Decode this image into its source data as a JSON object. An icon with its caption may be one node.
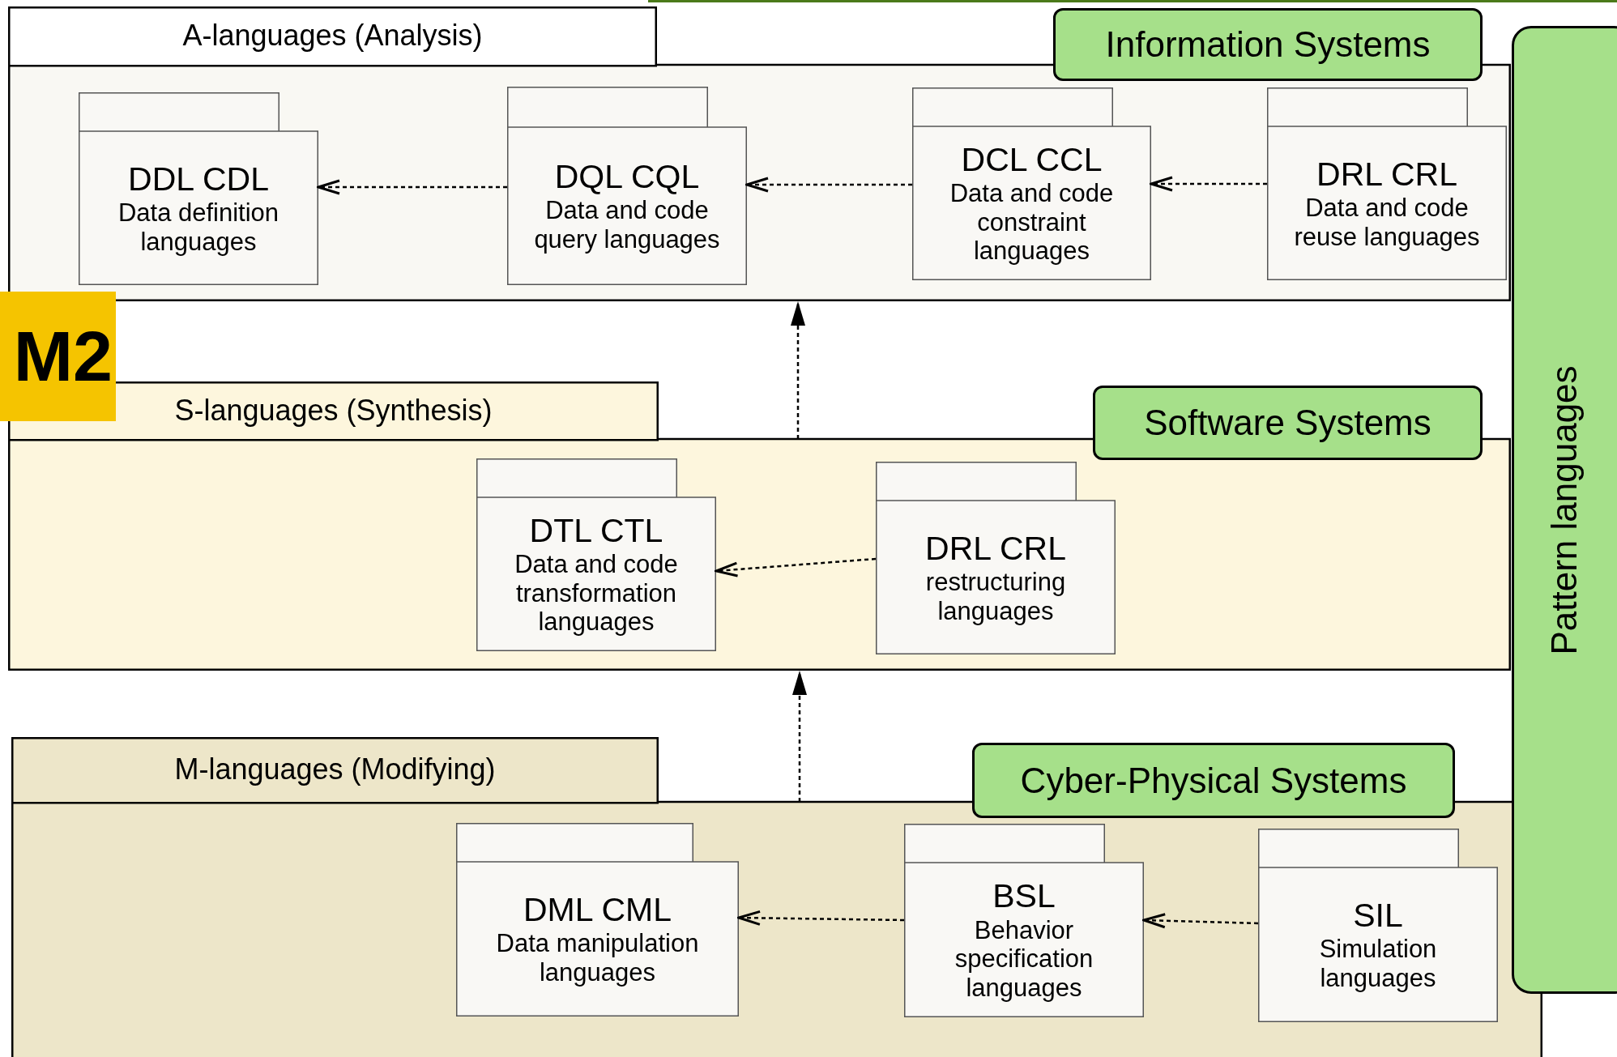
{
  "diagram": {
    "nodes": [
      {
        "text": [
          "A-languages (Analysis)"
        ]
      },
      {
        "text": [
          "Information Systems"
        ]
      },
      {
        "text": [
          "DDL CDL",
          "Data definition languages"
        ],
        "in": 0
      },
      {
        "text": [
          "DQL CQL",
          "Data and code query languages"
        ],
        "in": 0
      },
      {
        "text": [
          "DCL CCL",
          "Data and code constraint languages"
        ],
        "in": 0
      },
      {
        "text": [
          "DRL CRL",
          "Data and code reuse languages"
        ],
        "in": 0
      },
      {
        "text": [
          "S-languages (Synthesis)"
        ]
      },
      {
        "text": [
          "Software Systems"
        ]
      },
      {
        "text": [
          "DTL CTL",
          "Data and code transformation languages"
        ],
        "in": 6
      },
      {
        "text": [
          "DRL CRL",
          "restructuring languages"
        ],
        "in": 6
      },
      {
        "text": [
          "M-languages (Modifying)"
        ]
      },
      {
        "text": [
          "Cyber-Physical Systems"
        ]
      },
      {
        "text": [
          "DML CML",
          "Data manipulation languages"
        ],
        "in": 10
      },
      {
        "text": [
          "BSL",
          "Behavior specification languages"
        ],
        "in": 10
      },
      {
        "text": [
          "SIL",
          "Simulation languages"
        ],
        "in": 10
      },
      {
        "text": [
          "Pattern languages"
        ]
      }
    ],
    "edges": [
      {
        "from": 3,
        "to": 2,
        "arrow": "to",
        "style": "dashed"
      },
      {
        "from": 4,
        "to": 3,
        "arrow": "to",
        "style": "dashed"
      },
      {
        "from": 5,
        "to": 4,
        "arrow": "to",
        "style": "dashed"
      },
      {
        "from": 6,
        "to": 0,
        "arrow": "to",
        "style": "dashed"
      },
      {
        "from": 9,
        "to": 8,
        "arrow": "to",
        "style": "dashed"
      },
      {
        "from": 10,
        "to": 6,
        "arrow": "to",
        "style": "dashed"
      },
      {
        "from": 13,
        "to": 12,
        "arrow": "to",
        "style": "dashed"
      },
      {
        "from": 14,
        "to": 13,
        "arrow": "to",
        "style": "dashed"
      }
    ],
    "labels": [
      "M2"
    ]
  }
}
